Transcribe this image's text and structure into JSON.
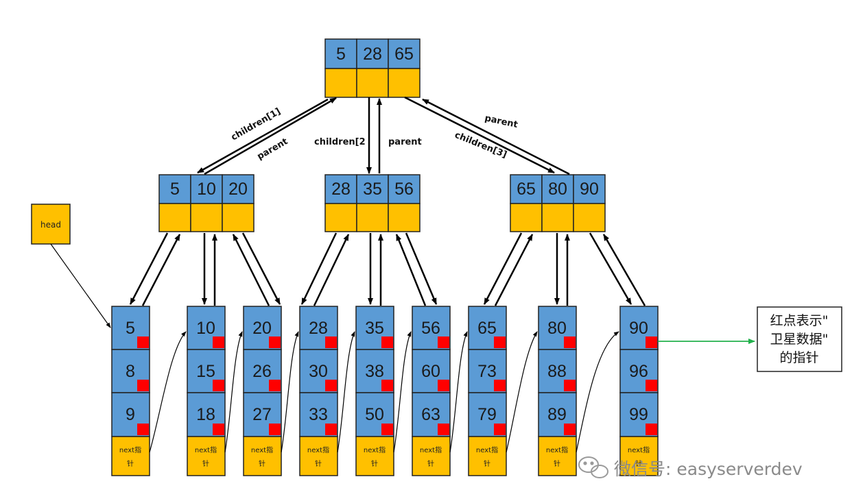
{
  "colors": {
    "key_cell": "#5b9bd5",
    "pointer_cell": "#ffc000",
    "satellite_marker": "#ff0000",
    "arrow": "#000000",
    "note_arrow": "#22b14c",
    "watermark": "#8a8a8a"
  },
  "root": {
    "keys": [
      "5",
      "28",
      "65"
    ]
  },
  "internal_nodes": [
    {
      "keys": [
        "5",
        "10",
        "20"
      ]
    },
    {
      "keys": [
        "28",
        "35",
        "56"
      ]
    },
    {
      "keys": [
        "65",
        "80",
        "90"
      ]
    }
  ],
  "leaves": [
    {
      "keys": [
        "5",
        "8",
        "9"
      ]
    },
    {
      "keys": [
        "10",
        "15",
        "18"
      ]
    },
    {
      "keys": [
        "20",
        "26",
        "27"
      ]
    },
    {
      "keys": [
        "28",
        "30",
        "33"
      ]
    },
    {
      "keys": [
        "35",
        "38",
        "50"
      ]
    },
    {
      "keys": [
        "56",
        "60",
        "63"
      ]
    },
    {
      "keys": [
        "65",
        "73",
        "79"
      ]
    },
    {
      "keys": [
        "80",
        "88",
        "89"
      ]
    },
    {
      "keys": [
        "90",
        "96",
        "99"
      ]
    }
  ],
  "leaf_next_label": {
    "line1": "next指",
    "line2": "针"
  },
  "head_label": "head",
  "edge_labels": {
    "children1": "children[1]",
    "parent1": "parent",
    "children2": "children[2",
    "parent2": "parent",
    "children3": "children[3]",
    "parent3": "parent"
  },
  "note": {
    "line1": "红点表示\"",
    "line2": "卫星数据\"",
    "line3": "的指针"
  },
  "watermark": {
    "icon": "wechat-icon",
    "text": "微信号: easyserverdev"
  }
}
